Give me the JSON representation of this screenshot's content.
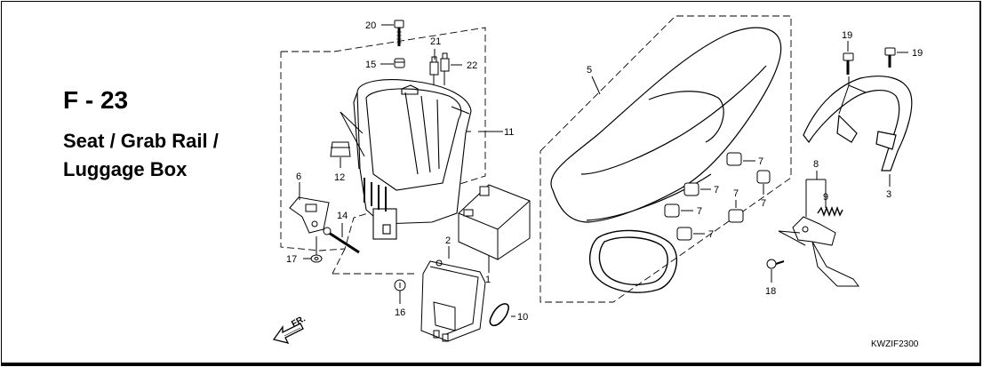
{
  "figure": {
    "id": "F - 23",
    "title_lines": [
      "Seat / Grab Rail /",
      "Luggage Box"
    ],
    "drawing_code": "KWZIF2300",
    "front_marker": "FR."
  },
  "callouts": {
    "c1": "1",
    "c2": "2",
    "c3": "3",
    "c6": "6",
    "c7a": "7",
    "c7b": "7",
    "c7c": "7",
    "c7d": "7",
    "c7e": "7",
    "c7f": "7",
    "c8": "8",
    "c9": "9",
    "c10": "10",
    "c11": "11",
    "c12": "12",
    "c14": "14",
    "c15": "15",
    "c16": "16",
    "c17": "17",
    "c18": "18",
    "c19a": "19",
    "c19b": "19",
    "c20": "20",
    "c21": "21",
    "c22": "22",
    "c5": "5"
  },
  "parts": [
    "luggage-box",
    "seat",
    "grab-rail",
    "battery",
    "battery-cover",
    "seat-hinge-bracket",
    "lock-rod",
    "seat-lock-latch",
    "lock-spring",
    "seat-cushion-bumpers",
    "o-ring",
    "fuse-holders",
    "bolts"
  ]
}
